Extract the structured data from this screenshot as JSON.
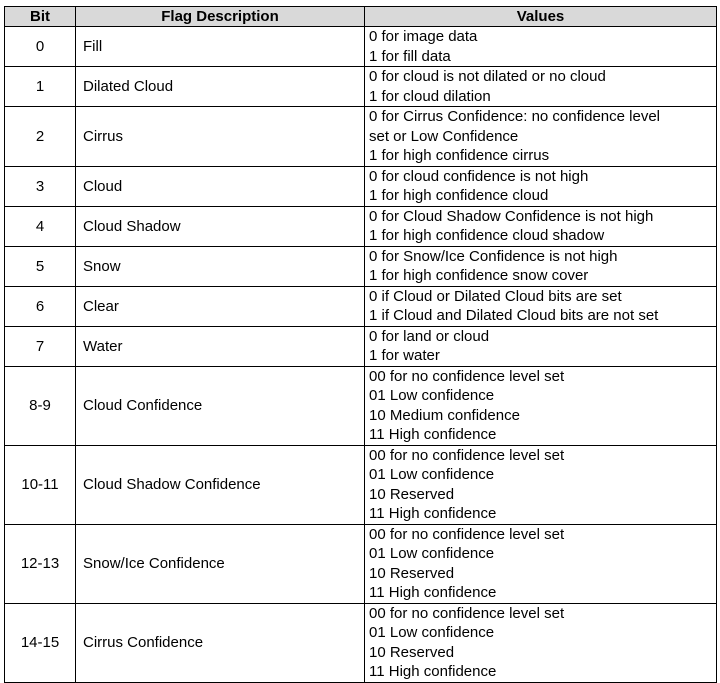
{
  "table": {
    "headers": {
      "bit": "Bit",
      "description": "Flag Description",
      "values": "Values"
    },
    "rows": [
      {
        "bit": "0",
        "description": "Fill",
        "values": [
          "0 for image data",
          "1 for fill data"
        ]
      },
      {
        "bit": "1",
        "description": "Dilated Cloud",
        "values": [
          "0 for cloud is not dilated or no cloud",
          "1 for cloud dilation"
        ]
      },
      {
        "bit": "2",
        "description": "Cirrus",
        "values": [
          "0 for Cirrus Confidence: no confidence level",
          "set or Low Confidence",
          "1 for high confidence cirrus"
        ]
      },
      {
        "bit": "3",
        "description": "Cloud",
        "values": [
          "0 for cloud confidence is not high",
          "1 for high confidence cloud"
        ]
      },
      {
        "bit": "4",
        "description": "Cloud Shadow",
        "values": [
          "0 for Cloud Shadow Confidence is not high",
          "1 for high confidence cloud shadow"
        ]
      },
      {
        "bit": "5",
        "description": "Snow",
        "values": [
          "0 for Snow/Ice Confidence is not high",
          "1 for high confidence snow cover"
        ]
      },
      {
        "bit": "6",
        "description": "Clear",
        "values": [
          "0 if Cloud or Dilated Cloud bits are set",
          "1 if Cloud and Dilated Cloud bits are not set"
        ]
      },
      {
        "bit": "7",
        "description": "Water",
        "values": [
          "0 for land or cloud",
          "1 for water"
        ]
      },
      {
        "bit": "8-9",
        "description": "Cloud Confidence",
        "values": [
          "00 for no confidence level set",
          "01 Low confidence",
          "10 Medium confidence",
          "11 High confidence"
        ]
      },
      {
        "bit": "10-11",
        "description": "Cloud Shadow Confidence",
        "values": [
          "00 for no confidence level set",
          "01 Low confidence",
          "10 Reserved",
          "11 High confidence"
        ]
      },
      {
        "bit": "12-13",
        "description": "Snow/Ice Confidence",
        "values": [
          "00 for no confidence level set",
          "01 Low confidence",
          "10 Reserved",
          "11 High confidence"
        ]
      },
      {
        "bit": "14-15",
        "description": "Cirrus Confidence",
        "values": [
          "00 for no confidence level set",
          "01 Low confidence",
          "10 Reserved",
          "11 High confidence"
        ]
      }
    ]
  }
}
